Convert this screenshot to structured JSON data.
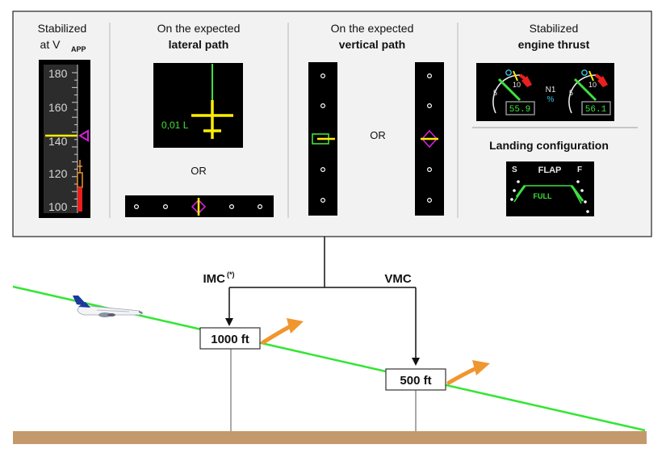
{
  "panels": {
    "speed": {
      "title_line1": "Stabilized",
      "title_at": "at V",
      "title_sub": "APP",
      "ticks": [
        "180",
        "160",
        "140",
        "120",
        "100"
      ]
    },
    "lateral": {
      "title_line1": "On the expected",
      "title_line2": "lateral path",
      "deviation": "0,01 L"
    },
    "or_label": "OR",
    "vertical": {
      "title_line1": "On the expected",
      "title_line2": "vertical path"
    },
    "engine": {
      "title_line1": "Stabilized",
      "title_line2": "engine thrust",
      "n1_label": "N1",
      "n1_unit": "%",
      "eng1_value": "55.9",
      "eng2_value": "56.1",
      "dial_low": "5",
      "dial_high": "10"
    },
    "landing": {
      "title": "Landing configuration",
      "flap_label": "FLAP",
      "s_label": "S",
      "f_label": "F",
      "flap_setting": "FULL"
    }
  },
  "approach": {
    "imc_label": "IMC",
    "imc_note": "(*)",
    "vmc_label": "VMC",
    "gate_1000": "1000 ft",
    "gate_500": "500 ft"
  },
  "colors": {
    "glide_path": "#33e633",
    "ground": "#c49a6c",
    "arrow": "#f0962e",
    "symbol_yellow": "#ffee00",
    "symbol_magenta": "#d81fd8",
    "display_green": "#3fe03f",
    "cyan": "#35c6e0"
  }
}
